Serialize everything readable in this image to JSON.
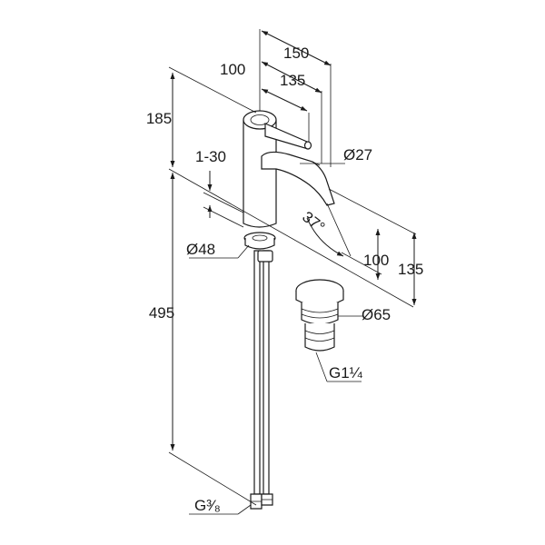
{
  "dimensions": {
    "top_150": "150",
    "top_100": "100",
    "top_135": "135",
    "height_185": "185",
    "range_1_30": "1-30",
    "spout_dia": "Ø27",
    "angle": "37°",
    "body_dia": "Ø48",
    "height_495": "495",
    "right_100": "100",
    "right_135": "135",
    "waste_dia": "Ø65",
    "waste_thread": "G1¼",
    "hose_thread": "G³⁄₈"
  },
  "colors": {
    "line": "#1a1a1a",
    "background": "#ffffff"
  }
}
